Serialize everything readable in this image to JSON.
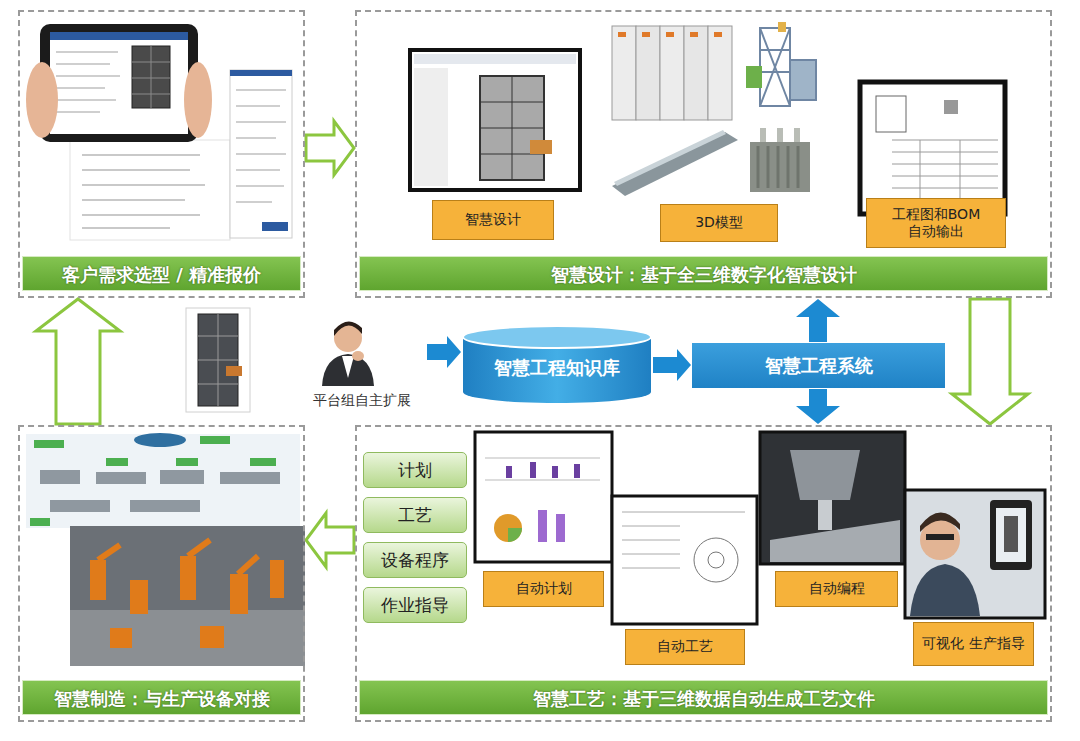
{
  "diagram": {
    "nodes": [
      {
        "text": [
          "客户需求选型 / 精准报价"
        ]
      },
      {
        "text": [
          "智慧设计：基于全三维数字化智慧设计"
        ]
      },
      {
        "text": [
          "智慧设计"
        ],
        "in": 1
      },
      {
        "text": [
          "3D模型"
        ],
        "in": 1
      },
      {
        "text": [
          "工程图和BOM 自动输出"
        ],
        "in": 1
      },
      {
        "text": [
          "平台组自主扩展"
        ]
      },
      {
        "text": [
          "智慧工程知识库"
        ]
      },
      {
        "text": [
          "智慧工程系统"
        ]
      },
      {
        "text": [
          "智慧制造：与生产设备对接"
        ]
      },
      {
        "text": [
          "智慧工艺：基于三维数据自动生成工艺文件"
        ]
      },
      {
        "text": [
          "计划"
        ],
        "in": 9
      },
      {
        "text": [
          "工艺"
        ],
        "in": 9
      },
      {
        "text": [
          "设备程序"
        ],
        "in": 9
      },
      {
        "text": [
          "作业指导"
        ],
        "in": 9
      },
      {
        "text": [
          "自动计划"
        ],
        "in": 9
      },
      {
        "text": [
          "自动工艺"
        ],
        "in": 9
      },
      {
        "text": [
          "自动编程"
        ],
        "in": 9
      },
      {
        "text": [
          "可视化 生产指导"
        ],
        "in": 9
      }
    ],
    "edges": [
      {
        "from": 0,
        "to": 1,
        "arrow": "to"
      },
      {
        "from": 1,
        "to": 9,
        "arrow": "to"
      },
      {
        "from": 9,
        "to": 8,
        "arrow": "to"
      },
      {
        "from": 8,
        "to": 0,
        "arrow": "to"
      },
      {
        "from": 5,
        "to": 6,
        "arrow": "to"
      },
      {
        "from": 6,
        "to": 7,
        "arrow": "to"
      },
      {
        "from": 7,
        "to": 1,
        "arrow": "to"
      },
      {
        "from": 7,
        "to": 9,
        "arrow": "to"
      }
    ]
  }
}
